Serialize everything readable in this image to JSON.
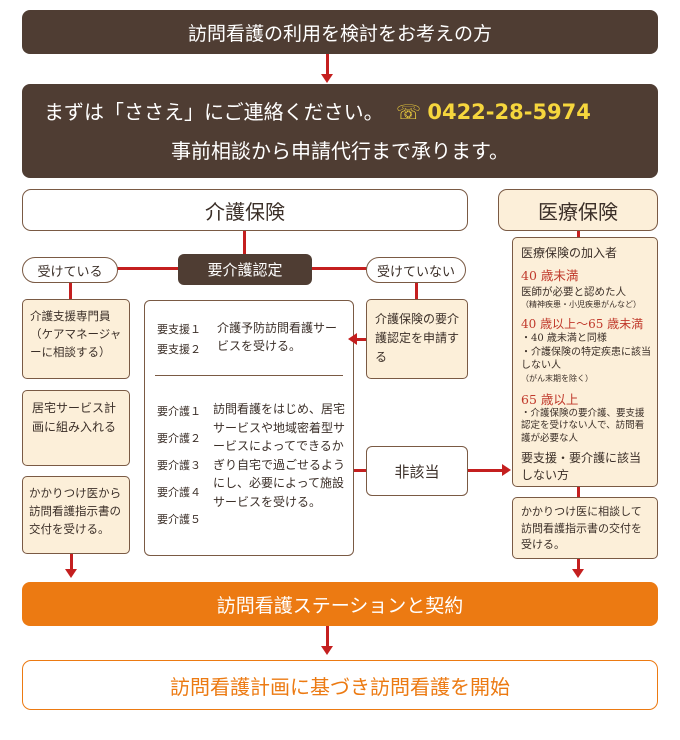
{
  "header": {
    "title": "訪問看護の利用を検討をお考えの方"
  },
  "contact": {
    "line1": "まずは「ささえ」にご連絡ください。",
    "phone": "0422-28-5974",
    "line2": "事前相談から申請代行まで承ります。"
  },
  "kaigo": {
    "title": "介護保険",
    "certification": "要介護認定",
    "receiving": "受けている",
    "not_receiving": "受けていない",
    "left_steps": [
      "介護支援専門員（ケアマネージャーに相談する）",
      "居宅サービス計画に組み入れる",
      "かかりつけ医から訪問看護指示書の交付を受ける。"
    ],
    "apply_box": "介護保険の要介護認定を申請する",
    "support_levels": [
      "要支援１",
      "要支援２"
    ],
    "support_desc": "介護予防訪問看護サービスを受ける。",
    "care_levels": [
      "要介護１",
      "要介護２",
      "要介護３",
      "要介護４",
      "要介護５"
    ],
    "care_desc": "訪問看護をはじめ、居宅サービスや地域密着型サービスによってできるかぎり自宅で過ごせるようにし、必要によって施設サービスを受ける。",
    "not_applicable": "非該当"
  },
  "iryo": {
    "title": "医療保険",
    "members_title": "医療保険の加入者",
    "groups": [
      {
        "age": "40 歳未満",
        "desc": "医師が必要と認めた人",
        "note": "（精神疾患・小児疾患がんなど）"
      },
      {
        "age": "40 歳以上〜65 歳未満",
        "desc": "・40 歳未満と同様\n・介護保険の特定疾患に該当しない人",
        "note": "（がん末期を除く）"
      },
      {
        "age": "65 歳以上",
        "desc": "・介護保険の要介護、要支援認定を受けない人で、訪問看護が必要な人",
        "note": ""
      }
    ],
    "not_applicable_note": "要支援・要介護に該当しない方",
    "doctor_box": "かかりつけ医に相談して訪問看護指示書の交付を受ける。"
  },
  "contract": "訪問看護ステーションと契約",
  "start": "訪問看護計画に基づき訪問看護を開始",
  "colors": {
    "dark_brown": "#4f3d33",
    "orange": "#ec7a12",
    "arrow_red": "#c41f1f",
    "pale_cream": "#fcefd9",
    "phone_yellow": "#f6d63d"
  },
  "icons": {
    "phone": "phone-icon"
  }
}
